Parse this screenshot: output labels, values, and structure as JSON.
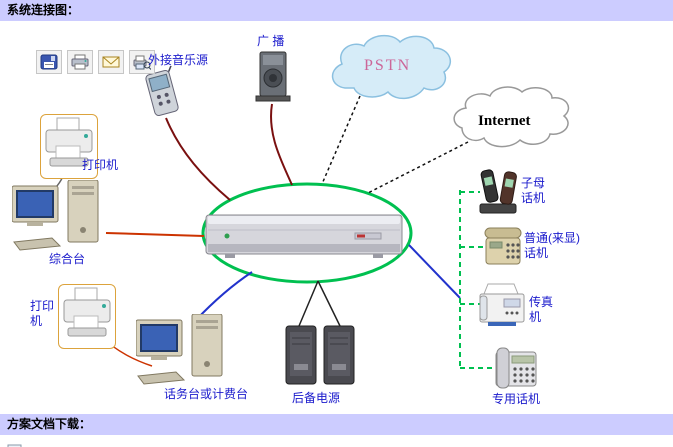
{
  "header": {
    "title": "系统连接图："
  },
  "footer": {
    "title": "方案文档下载："
  },
  "toolbar": {
    "icons": [
      "save",
      "print",
      "mail",
      "print-preview"
    ]
  },
  "clouds": {
    "pstn": "PSTN",
    "internet": "Internet"
  },
  "labels": {
    "music_source": "外接音乐源",
    "broadcast": "广 播",
    "printer_upper": "打印机",
    "console": "综合台",
    "printer_lower": "打印机",
    "operator": "话务台或计费台",
    "backup_power": "后备电源",
    "cordless_phone": "子母话机",
    "ordinary_phone": "普通(来显)话机",
    "fax_machine": "传真机",
    "dedicated_phone": "专用话机"
  },
  "colors": {
    "bar_background": "#ccccff",
    "label_blue": "#1a1acc",
    "pstn_text": "#cc6699",
    "ellipse_green": "#00c050",
    "cable_dark_red": "#7a1010",
    "cable_orange": "#cc3300",
    "cable_blue": "#2233cc"
  }
}
